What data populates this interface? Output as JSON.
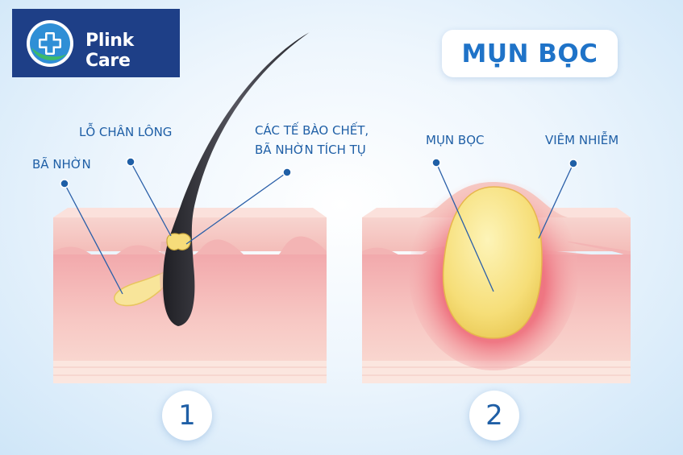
{
  "logo": {
    "text": "Plink Care"
  },
  "title": "MỤN BỌC",
  "panel1": {
    "number": "1",
    "labels": {
      "sebum": "BÃ NHỜN",
      "pore": "LỖ CHÂN LÔNG",
      "buildup_line1": "CÁC TẾ BÀO CHẾT,",
      "buildup_line2": "BÃ NHỜN TÍCH TỤ"
    }
  },
  "panel2": {
    "number": "2",
    "labels": {
      "cyst": "MỤN BỌC",
      "inflammation": "VIÊM NHIỄM"
    }
  },
  "colors": {
    "brand_navy": "#1e3f87",
    "title_blue": "#1f73c8",
    "label_blue": "#1f5fa6",
    "skin_pink": "#f6c2bf",
    "sebum_yellow": "#f7e08a",
    "hair_dark": "#2f2f35"
  }
}
